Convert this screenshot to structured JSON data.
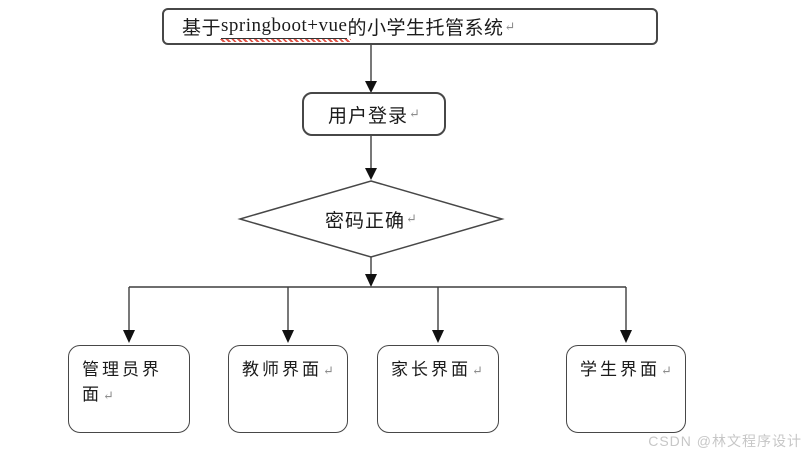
{
  "colors": {
    "background": "#ffffff",
    "node_border": "#474747",
    "edge_line": "#3e3e3e",
    "arrowhead": "#111111",
    "text": "#1b1b1b",
    "return_mark": "#8c8c8c",
    "spellcheck_underline": "#e0564a",
    "watermark": "#c7c7c7"
  },
  "nodes": {
    "title": {
      "prefix": "基于 ",
      "keyword": "springboot+vue",
      "suffix": " 的小学生托管系统",
      "return_mark": "↵"
    },
    "login": {
      "label": "用户登录",
      "return_mark": "↵"
    },
    "decision": {
      "label": "密码正确",
      "return_mark": "↵"
    },
    "leaves": [
      {
        "label": "管理员界面",
        "return_mark": "↵"
      },
      {
        "label": "教师界面",
        "return_mark": "↵"
      },
      {
        "label": "家长界面",
        "return_mark": "↵"
      },
      {
        "label": "学生界面",
        "return_mark": "↵"
      }
    ]
  },
  "edges": [
    {
      "from": "title",
      "to": "login"
    },
    {
      "from": "login",
      "to": "decision"
    },
    {
      "from": "decision",
      "to": "branch-bar"
    },
    {
      "from": "branch-bar",
      "to": "admin-ui"
    },
    {
      "from": "branch-bar",
      "to": "teacher-ui"
    },
    {
      "from": "branch-bar",
      "to": "parent-ui"
    },
    {
      "from": "branch-bar",
      "to": "student-ui"
    }
  ],
  "watermark": {
    "text": "CSDN @林文程序设计"
  }
}
